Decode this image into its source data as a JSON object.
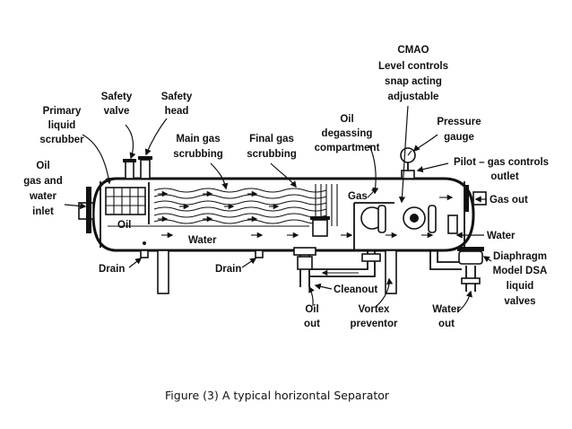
{
  "labels": {
    "cmao": "CMAO",
    "level_controls": "Level controls",
    "snap_acting": "snap acting",
    "adjustable": "adjustable",
    "safety_valve_1": "Safety",
    "safety_valve_2": "valve",
    "safety_head_1": "Safety",
    "safety_head_2": "head",
    "primary_1": "Primary",
    "primary_2": "liquid",
    "primary_3": "scrubber",
    "oil_inlet_1": "Oil",
    "oil_inlet_2": "gas and",
    "oil_inlet_3": "water",
    "oil_inlet_4": "inlet",
    "main_gas_1": "Main gas",
    "main_gas_2": "scrubbing",
    "final_gas_1": "Final gas",
    "final_gas_2": "scrubbing",
    "degas_1": "Oil",
    "degas_2": "degassing",
    "degas_3": "compartment",
    "pressure_1": "Pressure",
    "pressure_2": "gauge",
    "pilot_1": "Pilot – gas controls",
    "pilot_2": "outlet",
    "gas": "Gas",
    "gas_out": "Gas out",
    "oil": "Oil",
    "water": "Water",
    "water_right": "Water",
    "diaphragm_1": "Diaphragm",
    "diaphragm_2": "Model DSA",
    "diaphragm_3": "liquid",
    "diaphragm_4": "valves",
    "drain_left": "Drain",
    "drain_mid": "Drain",
    "cleanout": "Cleanout",
    "oil_out_1": "Oil",
    "oil_out_2": "out",
    "vortex_1": "Vortex",
    "vortex_2": "preventor",
    "water_out_1": "Water",
    "water_out_2": "out"
  },
  "caption": "Figure (3) A typical horizontal Separator"
}
